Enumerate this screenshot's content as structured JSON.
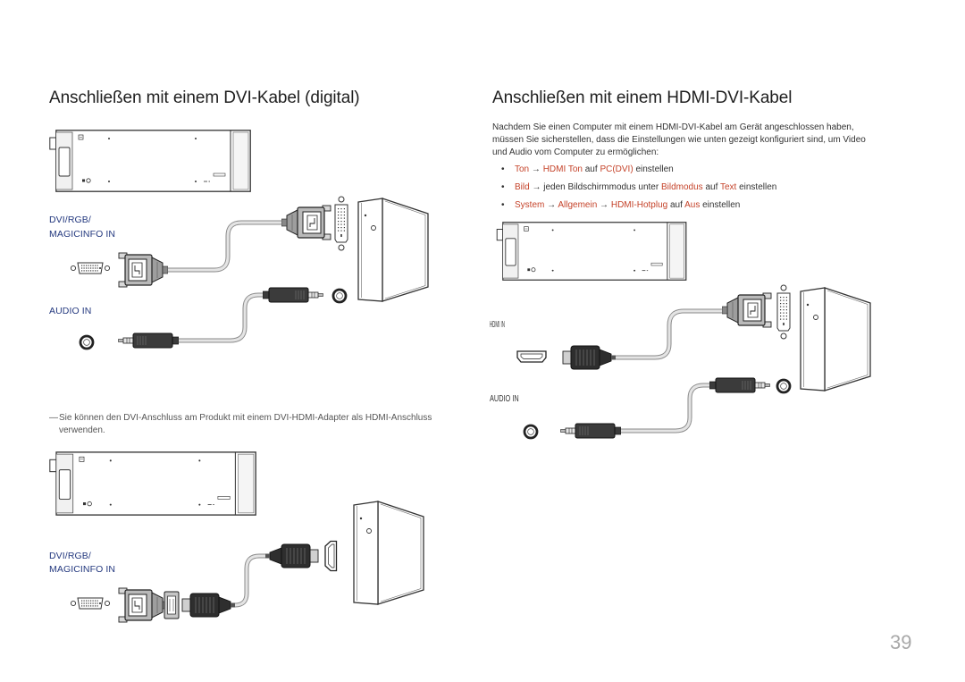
{
  "colors": {
    "highlight": "#c5432a",
    "port_label": "#24397f",
    "page_number": "#a8a8a8"
  },
  "left": {
    "title": "Anschließen mit einem DVI-Kabel (digital)",
    "diagram1": {
      "port_label_line1": "DVI/RGB/",
      "port_label_line2": "MAGICINFO IN",
      "audio_label": "AUDIO IN"
    },
    "note": {
      "dash": "―",
      "lines": [
        "Sie können den DVI-Anschluss am Produkt mit einem DVI-HDMI-Adapter als HDMI-Anschluss",
        "verwenden."
      ]
    },
    "diagram2": {
      "port_label_line1": "DVI/RGB/",
      "port_label_line2": "MAGICINFO IN"
    }
  },
  "right": {
    "title": "Anschließen mit einem HDMI-DVI-Kabel",
    "intro_lines": [
      "Nachdem Sie einen Computer mit einem HDMI-DVI-Kabel am Gerät angeschlossen haben,",
      "müssen Sie sicherstellen, dass die Einstellungen wie unten gezeigt konfiguriert sind, um Video",
      "und Audio vom Computer zu ermöglichen:"
    ],
    "bullet_symbol": "•",
    "bullets": [
      [
        {
          "text": "Ton",
          "highlight": true
        },
        {
          "text": " → ",
          "highlight": false
        },
        {
          "text": "HDMI Ton",
          "highlight": true
        },
        {
          "text": " auf ",
          "highlight": false
        },
        {
          "text": "PC(DVI)",
          "highlight": true
        },
        {
          "text": " einstellen",
          "highlight": false
        }
      ],
      [
        {
          "text": "Bild",
          "highlight": true
        },
        {
          "text": " → jeden Bildschirmmodus unter ",
          "highlight": false
        },
        {
          "text": "Bildmodus",
          "highlight": true
        },
        {
          "text": " auf ",
          "highlight": false
        },
        {
          "text": "Text",
          "highlight": true
        },
        {
          "text": " einstellen",
          "highlight": false
        }
      ],
      [
        {
          "text": "System",
          "highlight": true
        },
        {
          "text": " → ",
          "highlight": false
        },
        {
          "text": "Allgemein",
          "highlight": true
        },
        {
          "text": " → ",
          "highlight": false
        },
        {
          "text": "HDMI-Hotplug",
          "highlight": true
        },
        {
          "text": " auf ",
          "highlight": false
        },
        {
          "text": "Aus",
          "highlight": true
        },
        {
          "text": " einstellen",
          "highlight": false
        }
      ]
    ],
    "diagram": {
      "hdmi_label": "HDMI IN",
      "audio_label": "AUDIO IN"
    }
  },
  "page_number": "39"
}
